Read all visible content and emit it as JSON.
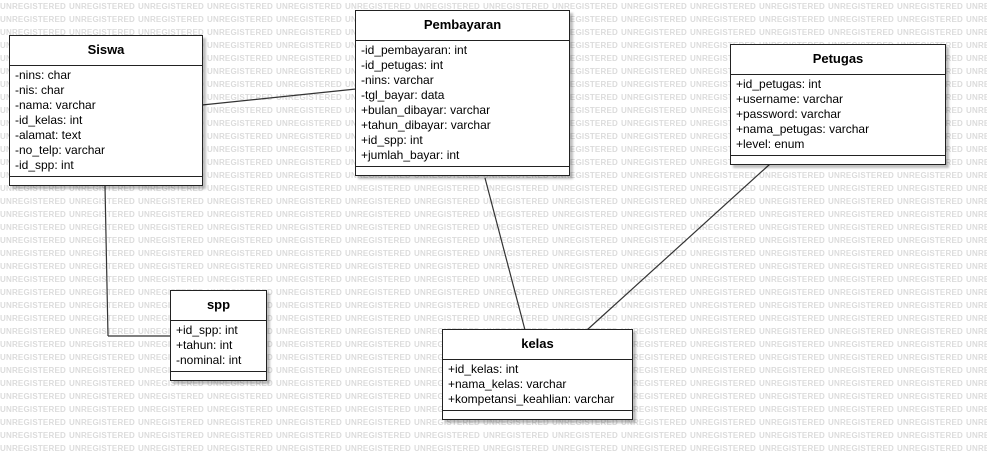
{
  "watermark": "UNREGISTERED",
  "classes": {
    "siswa": {
      "title": "Siswa",
      "attributes": [
        "-nins: char",
        "-nis: char",
        "-nama: varchar",
        "-id_kelas: int",
        "-alamat: text",
        "-no_telp: varchar",
        "-id_spp: int"
      ]
    },
    "pembayaran": {
      "title": "Pembayaran",
      "attributes": [
        "-id_pembayaran: int",
        "-id_petugas: int",
        "-nins: varchar",
        "-tgl_bayar: data",
        "+bulan_dibayar: varchar",
        "+tahun_dibayar: varchar",
        "+id_spp: int",
        "+jumlah_bayar: int"
      ]
    },
    "petugas": {
      "title": "Petugas",
      "attributes": [
        "+id_petugas: int",
        "+username: varchar",
        "+password: varchar",
        "+nama_petugas: varchar",
        "+level: enum"
      ]
    },
    "spp": {
      "title": "spp",
      "attributes": [
        "+id_spp: int",
        "+tahun: int",
        "-nominal: int"
      ]
    },
    "kelas": {
      "title": "kelas",
      "attributes": [
        "+id_kelas: int",
        "+nama_kelas: varchar",
        "+kompetansi_keahlian: varchar"
      ]
    }
  },
  "colors": {
    "line": "#333333",
    "border": "#222222",
    "watermark": "#dcdcdc"
  }
}
